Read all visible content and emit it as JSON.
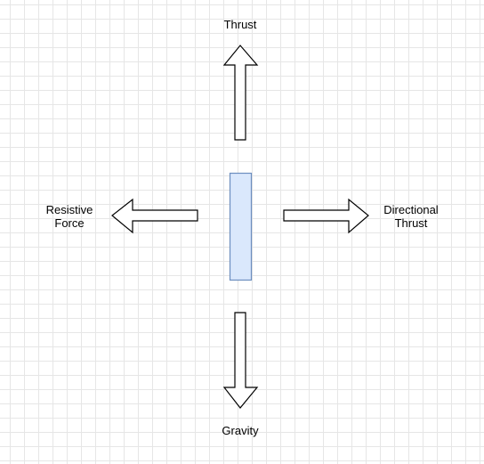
{
  "labels": {
    "thrust": "Thrust",
    "resistive_line1": "Resistive",
    "resistive_line2": "Force",
    "directional_line1": "Directional",
    "directional_line2": "Thrust",
    "gravity": "Gravity"
  },
  "colors": {
    "body_fill": "#dae8fc",
    "body_stroke": "#6c8ebf",
    "arrow_fill": "#ffffff",
    "arrow_stroke": "#000000",
    "grid": "#e6e6e6"
  }
}
